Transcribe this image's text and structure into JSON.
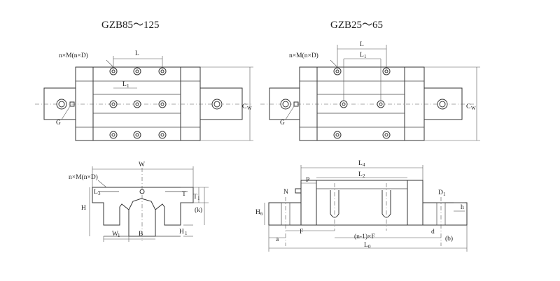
{
  "titles": {
    "left": "GZB85～125",
    "right": "GZB25～65"
  },
  "labels": {
    "holes": "n×M(n×D)",
    "L": "L",
    "L1": "L",
    "L1_sub": "1",
    "G": "G",
    "Cw": "C",
    "Cw_sub": "W",
    "W": "W",
    "L4": "L",
    "L4_sub": "4",
    "L2": "L",
    "L2_sub": "2",
    "P": "P",
    "N": "N",
    "D1": "D",
    "D1_sub": "1",
    "h": "h",
    "H": "H",
    "H6": "H",
    "H6_sub": "6",
    "H1": "H",
    "H1_sub": "1",
    "T": "T",
    "T1": "T",
    "T1_sub": "1",
    "k": "(k)",
    "W1": "W",
    "W1_sub": "1",
    "B": "B",
    "a": "a",
    "F": "F",
    "nF": "(n-1)×F",
    "L0": "L",
    "L0_sub": "0",
    "d": "d",
    "b": "(b)"
  }
}
